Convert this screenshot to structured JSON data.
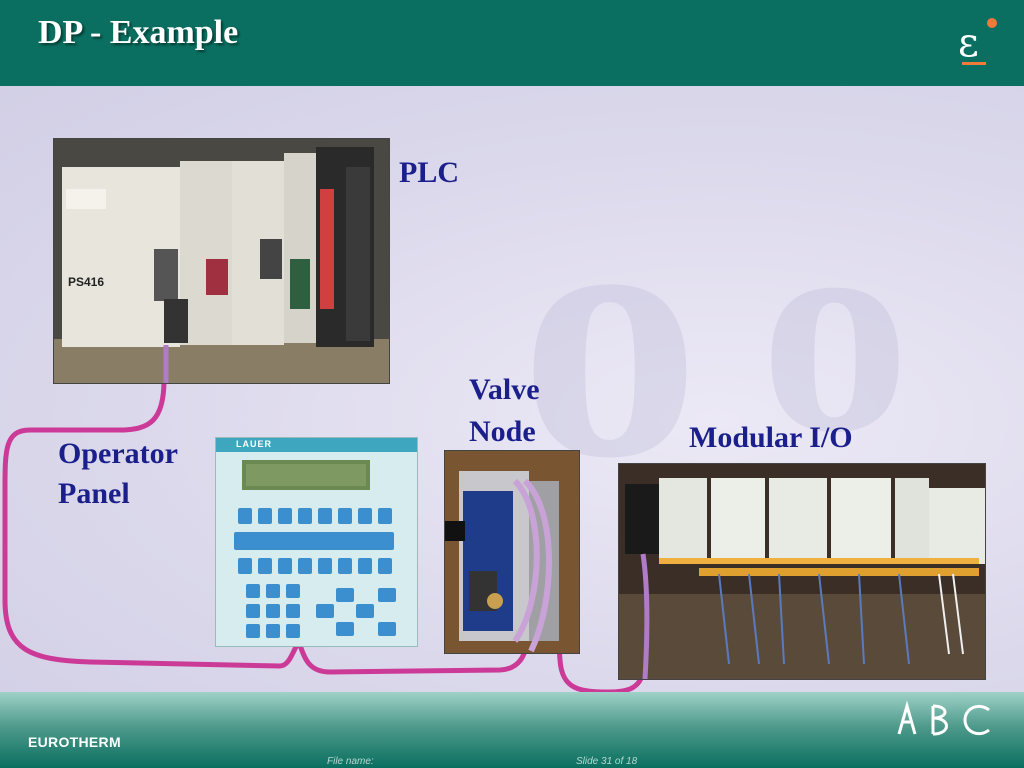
{
  "slide": {
    "title": "DP - Example"
  },
  "labels": {
    "plc": "PLC",
    "valve_node_line1": "Valve",
    "valve_node_line2": "Node",
    "modular_io": "Modular I/O",
    "operator_panel_line1": "Operator",
    "operator_panel_line2": "Panel"
  },
  "photos": {
    "plc": {
      "module_text": "PS416"
    },
    "operator_panel": {
      "brand_text": "LAUER"
    }
  },
  "footer": {
    "brand": "EUROTHERM",
    "file_name": "File name:",
    "slide_number": "Slide 31 of 18"
  },
  "colors": {
    "header": "#0a6f60",
    "label_text": "#1a1f8c",
    "network_cable": "#cc3a97",
    "cable_violet": "#b07cc8",
    "logo_accent": "#f07a3a"
  },
  "icons": {
    "logo": "epsilon-logo-icon",
    "footer_graphic": "hands-abc-icon"
  }
}
